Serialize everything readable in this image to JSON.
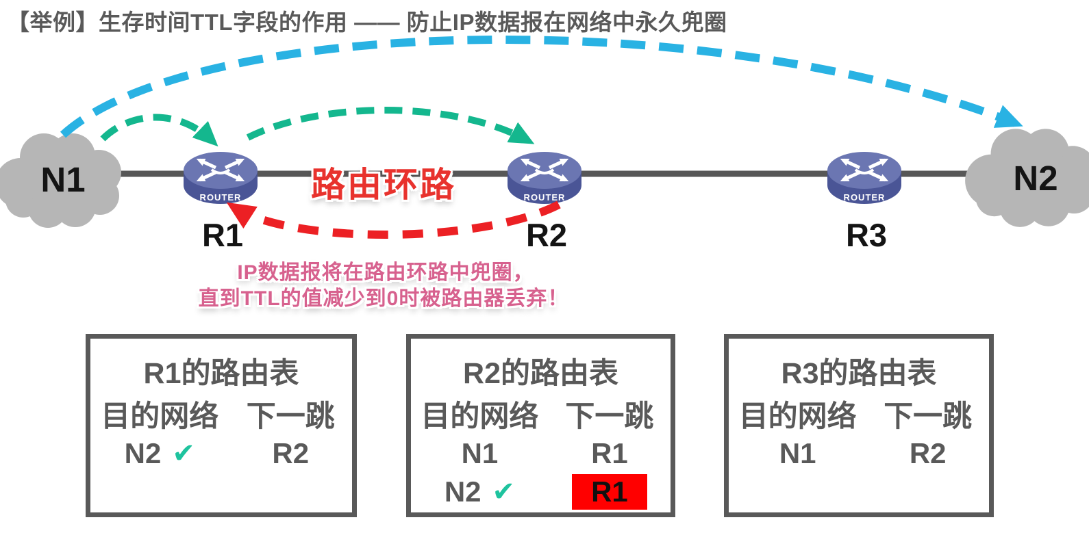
{
  "title": "【举例】生存时间TTL字段的作用 —— 防止IP数据报在网络中永久兜圈",
  "colors": {
    "cyan": "#29b2e3",
    "green": "#14b78e",
    "red": "#ec2024",
    "pink": "#d7618e",
    "gray_text": "#595959",
    "cloud_gray": "#b6b6b6",
    "line_gray": "#575757",
    "router_top": "#6b76b2",
    "router_body": "#4a5596",
    "highlight_red": "#ff0000",
    "check_green": "#1ec39e"
  },
  "diagram": {
    "network1_label": "N1",
    "network2_label": "N2",
    "router1_label": "R1",
    "router2_label": "R2",
    "router3_label": "R3",
    "router_chassis_label": "ROUTER",
    "loop_label": "路由环路",
    "note_line1": "IP数据报将在路由环路中兜圈，",
    "note_line2": "直到TTL的值减少到0时被路由器丢弃！"
  },
  "icons": {
    "check": "✔"
  },
  "tables": [
    {
      "title": "R1的路由表",
      "col_dest": "目的网络",
      "col_next": "下一跳",
      "rows": [
        {
          "dest": "N2",
          "next": "R2",
          "checked": true,
          "highlight": false
        }
      ]
    },
    {
      "title": "R2的路由表",
      "col_dest": "目的网络",
      "col_next": "下一跳",
      "rows": [
        {
          "dest": "N1",
          "next": "R1",
          "checked": false,
          "highlight": false
        },
        {
          "dest": "N2",
          "next": "R1",
          "checked": true,
          "highlight": true
        }
      ]
    },
    {
      "title": "R3的路由表",
      "col_dest": "目的网络",
      "col_next": "下一跳",
      "rows": [
        {
          "dest": "N1",
          "next": "R2",
          "checked": false,
          "highlight": false
        }
      ]
    }
  ]
}
